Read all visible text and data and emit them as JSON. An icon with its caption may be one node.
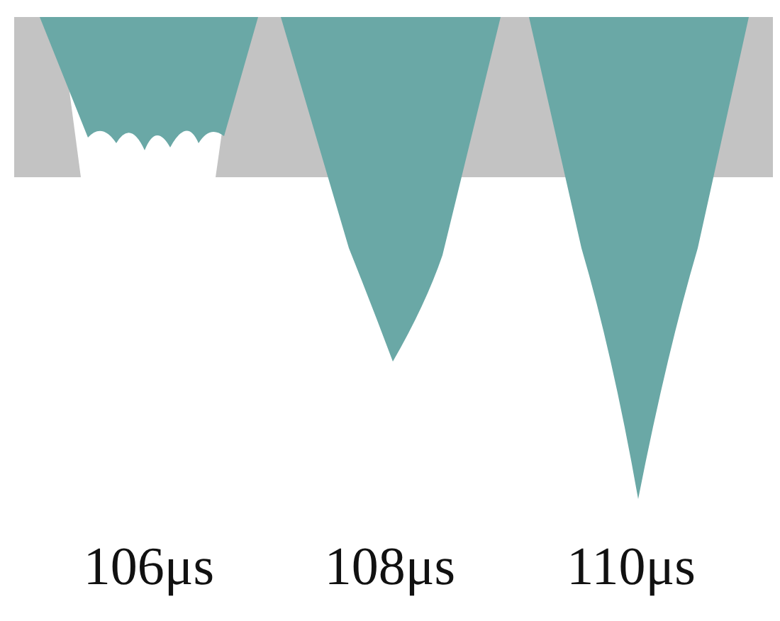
{
  "diagram": {
    "labels": [
      "106μs",
      "108μs",
      "110μs"
    ]
  }
}
